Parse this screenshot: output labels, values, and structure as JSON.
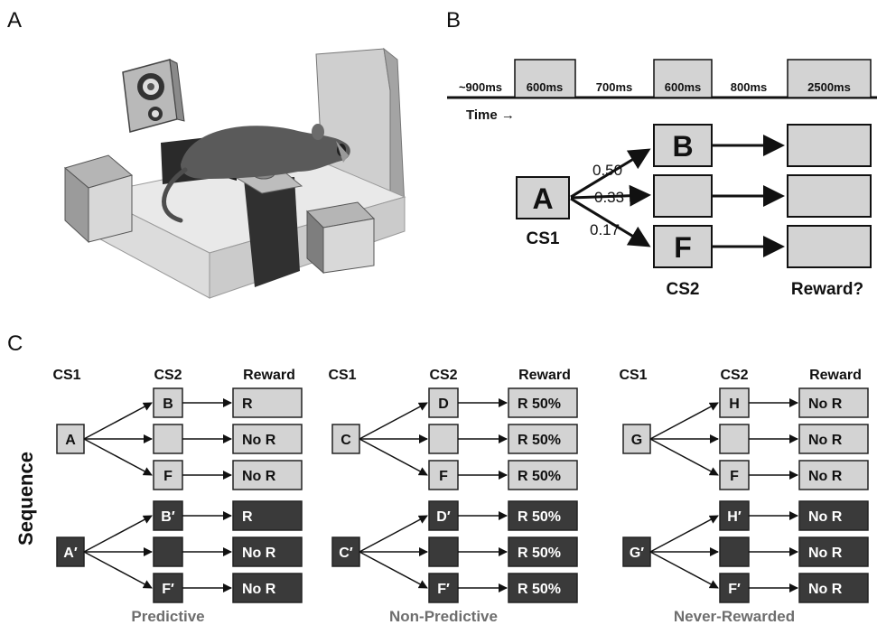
{
  "panel_labels": {
    "a": "A",
    "b": "B",
    "c": "C"
  },
  "timeline": {
    "durations": [
      "~900ms",
      "600ms",
      "700ms",
      "600ms",
      "800ms",
      "2500ms"
    ],
    "time_label": "Time →"
  },
  "panel_b": {
    "cs1_box": "A",
    "cs2_top_box": "B",
    "cs2_bottom_box": "F",
    "probabilities": [
      "0.50",
      "0.33",
      "0.17"
    ],
    "cs1_label": "CS1",
    "cs2_label": "CS2",
    "reward_label": "Reward?"
  },
  "panel_c": {
    "y_label": "Sequence",
    "groups": [
      {
        "headers": [
          "CS1",
          "CS2",
          "Reward"
        ],
        "title": "Predictive",
        "light": {
          "cs1": "A",
          "cs2": [
            "B",
            "",
            "F"
          ],
          "rewards": [
            "R",
            "No R",
            "No R"
          ]
        },
        "dark": {
          "cs1": "A′",
          "cs2": [
            "B′",
            "",
            "F′"
          ],
          "rewards": [
            "R",
            "No R",
            "No R"
          ]
        }
      },
      {
        "headers": [
          "CS1",
          "CS2",
          "Reward"
        ],
        "title": "Non-Predictive",
        "light": {
          "cs1": "C",
          "cs2": [
            "D",
            "",
            "F"
          ],
          "rewards": [
            "R 50%",
            "R 50%",
            "R 50%"
          ]
        },
        "dark": {
          "cs1": "C′",
          "cs2": [
            "D′",
            "",
            "F′"
          ],
          "rewards": [
            "R 50%",
            "R 50%",
            "R 50%"
          ]
        }
      },
      {
        "headers": [
          "CS1",
          "CS2",
          "Reward"
        ],
        "title": "Never-Rewarded",
        "light": {
          "cs1": "G",
          "cs2": [
            "H",
            "",
            "F"
          ],
          "rewards": [
            "No R",
            "No R",
            "No R"
          ]
        },
        "dark": {
          "cs1": "G′",
          "cs2": [
            "H′",
            "",
            "F′"
          ],
          "rewards": [
            "No R",
            "No R",
            "No R"
          ]
        }
      }
    ]
  },
  "colors": {
    "light_box": "#d3d3d3",
    "dark_box": "#3a3a3a",
    "group_title": "#6e6e6e",
    "outline": "#222222"
  }
}
